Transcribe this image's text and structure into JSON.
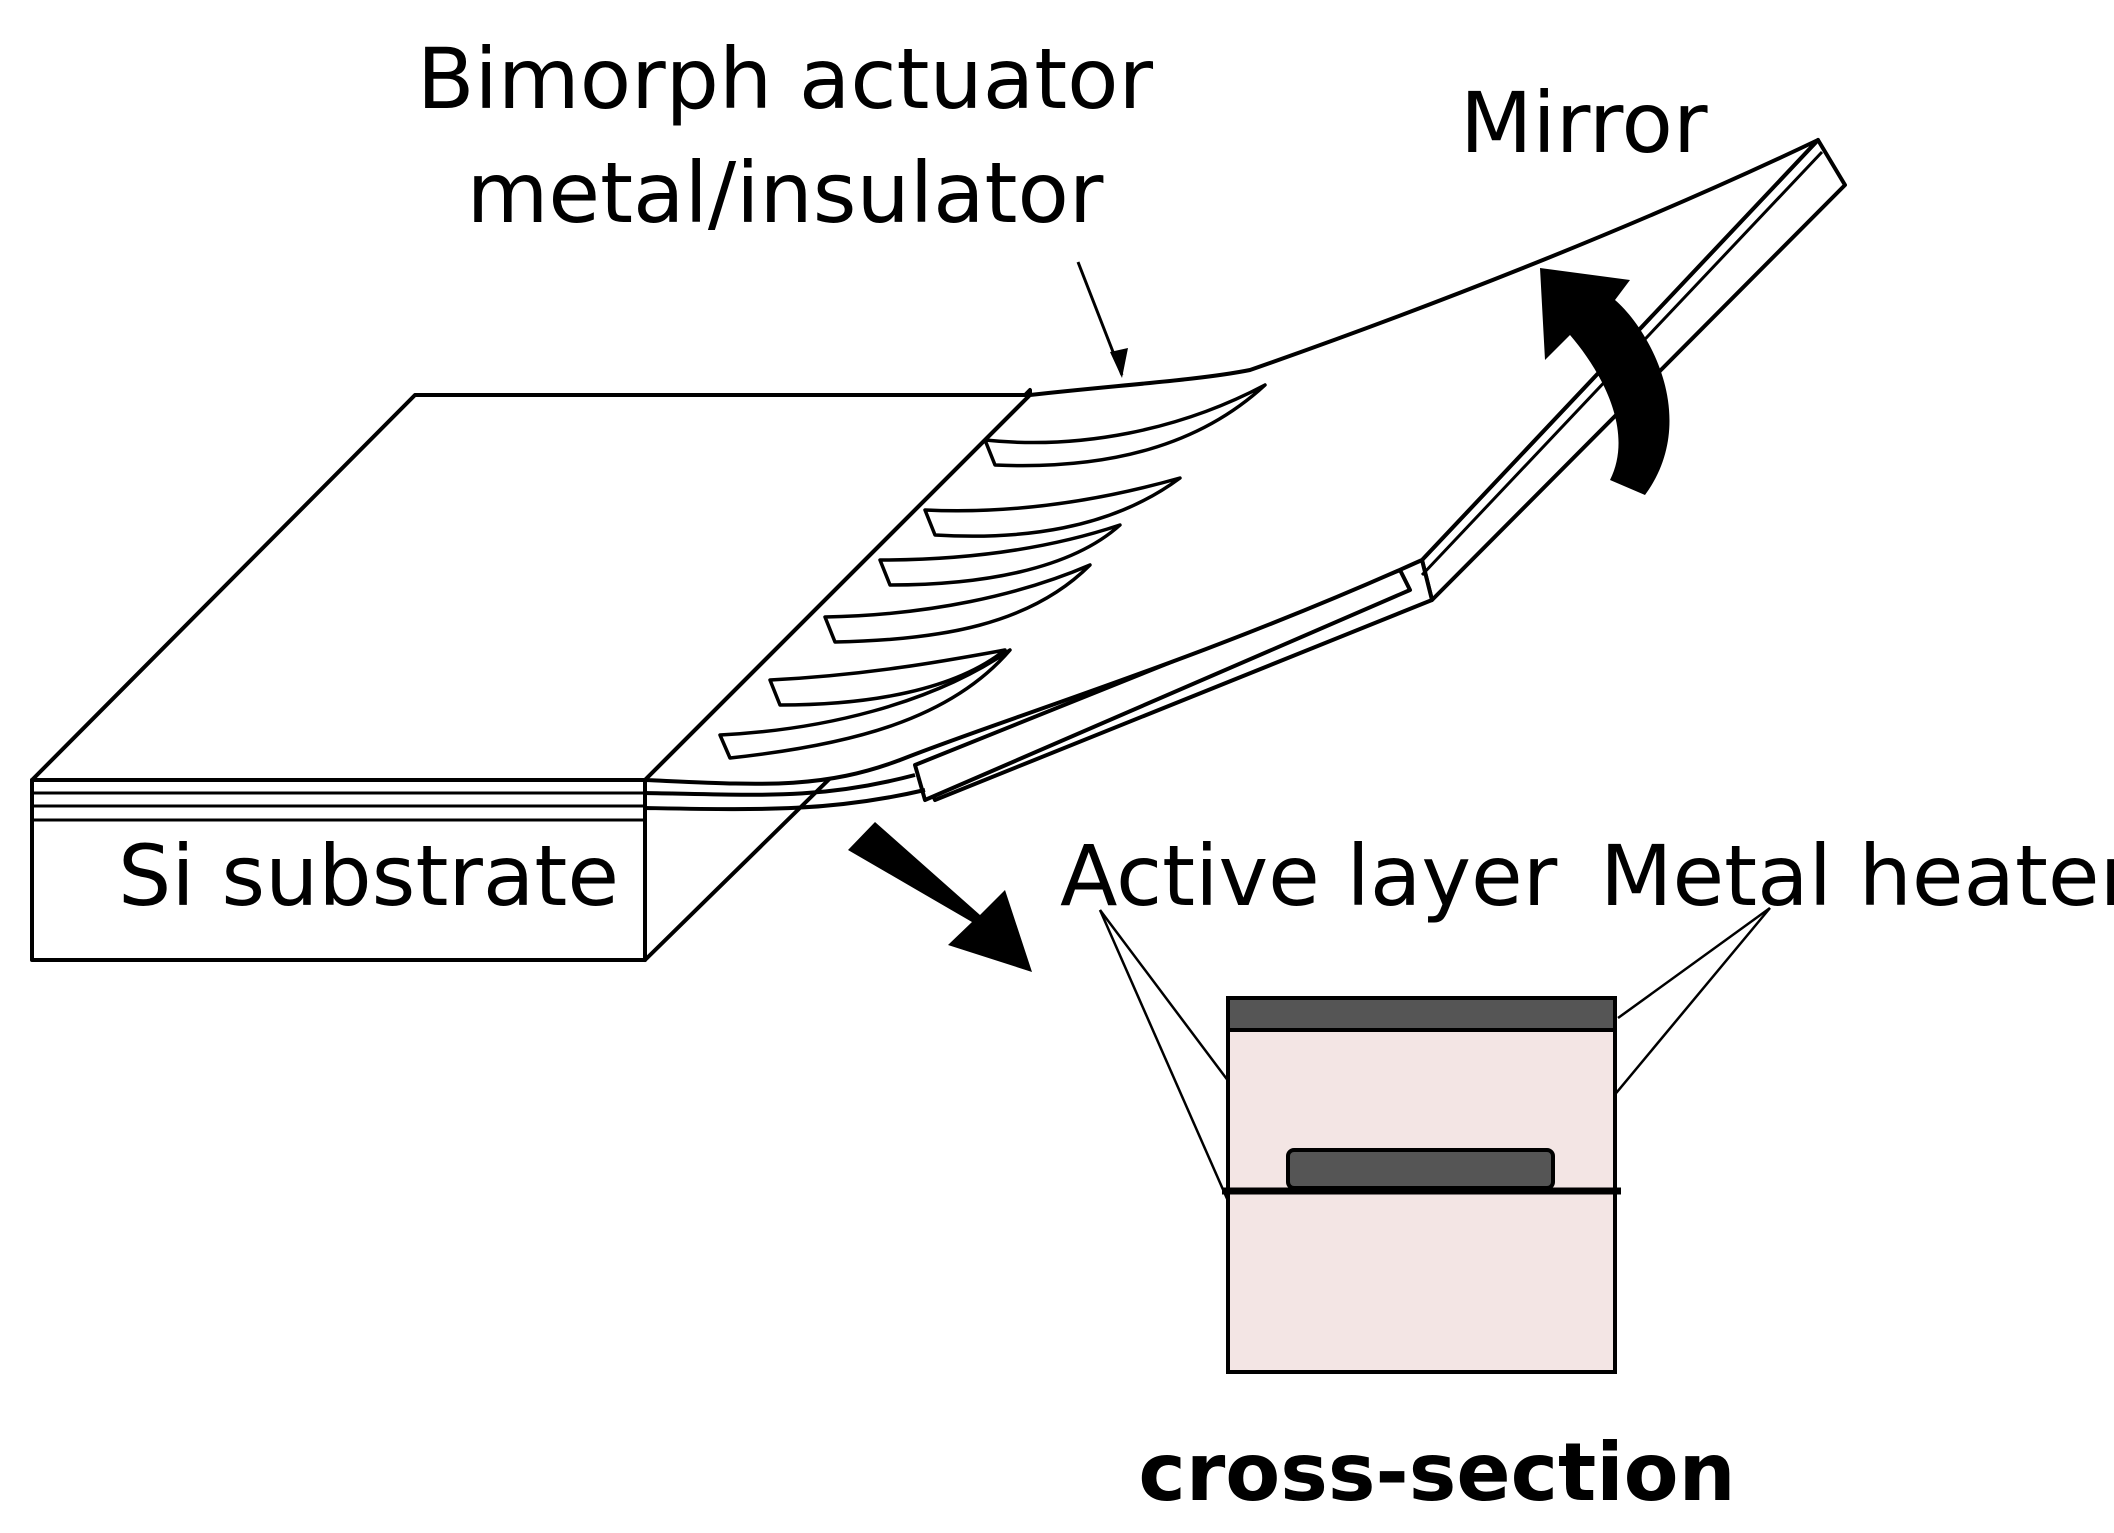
{
  "labels": {
    "bimorph_line1": "Bimorph actuator",
    "bimorph_line2": "metal/insulator",
    "mirror": "Mirror",
    "si_substrate": "Si substrate",
    "active_layer": "Active layer",
    "metal_heater": "Metal heater",
    "cross_section": "cross-section"
  },
  "colors": {
    "line": "#000000",
    "active_layer_fill": "#f3e5e4",
    "metal_heater_fill": "#555555",
    "background": "#ffffff"
  }
}
